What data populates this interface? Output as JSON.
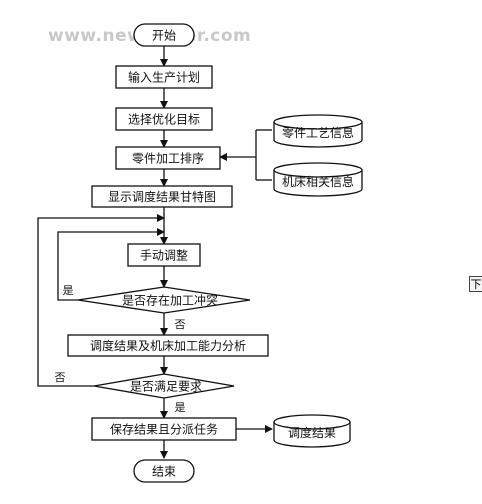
{
  "watermark": "www.newmaker.com",
  "nodes": {
    "start": "开始",
    "input_plan": "输入生产计划",
    "select_goal": "选择优化目标",
    "schedule": "零件加工排序",
    "show_gantt": "显示调度结果甘特图",
    "manual_adjust": "手动调整",
    "check_conflict": "是否存在加工冲突",
    "analysis": "调度结果及机床加工能力分析",
    "check_requirement": "是否满足要求",
    "save_dispatch": "保存结果且分派任务",
    "end": "结束"
  },
  "databases": {
    "part_process_info": "零件工艺信息",
    "machine_info": "机床相关信息",
    "schedule_result": "调度结果"
  },
  "edge_labels": {
    "conflict_yes": "是",
    "conflict_no": "否",
    "requirement_no": "否",
    "requirement_yes": "是"
  },
  "side_button": "下"
}
